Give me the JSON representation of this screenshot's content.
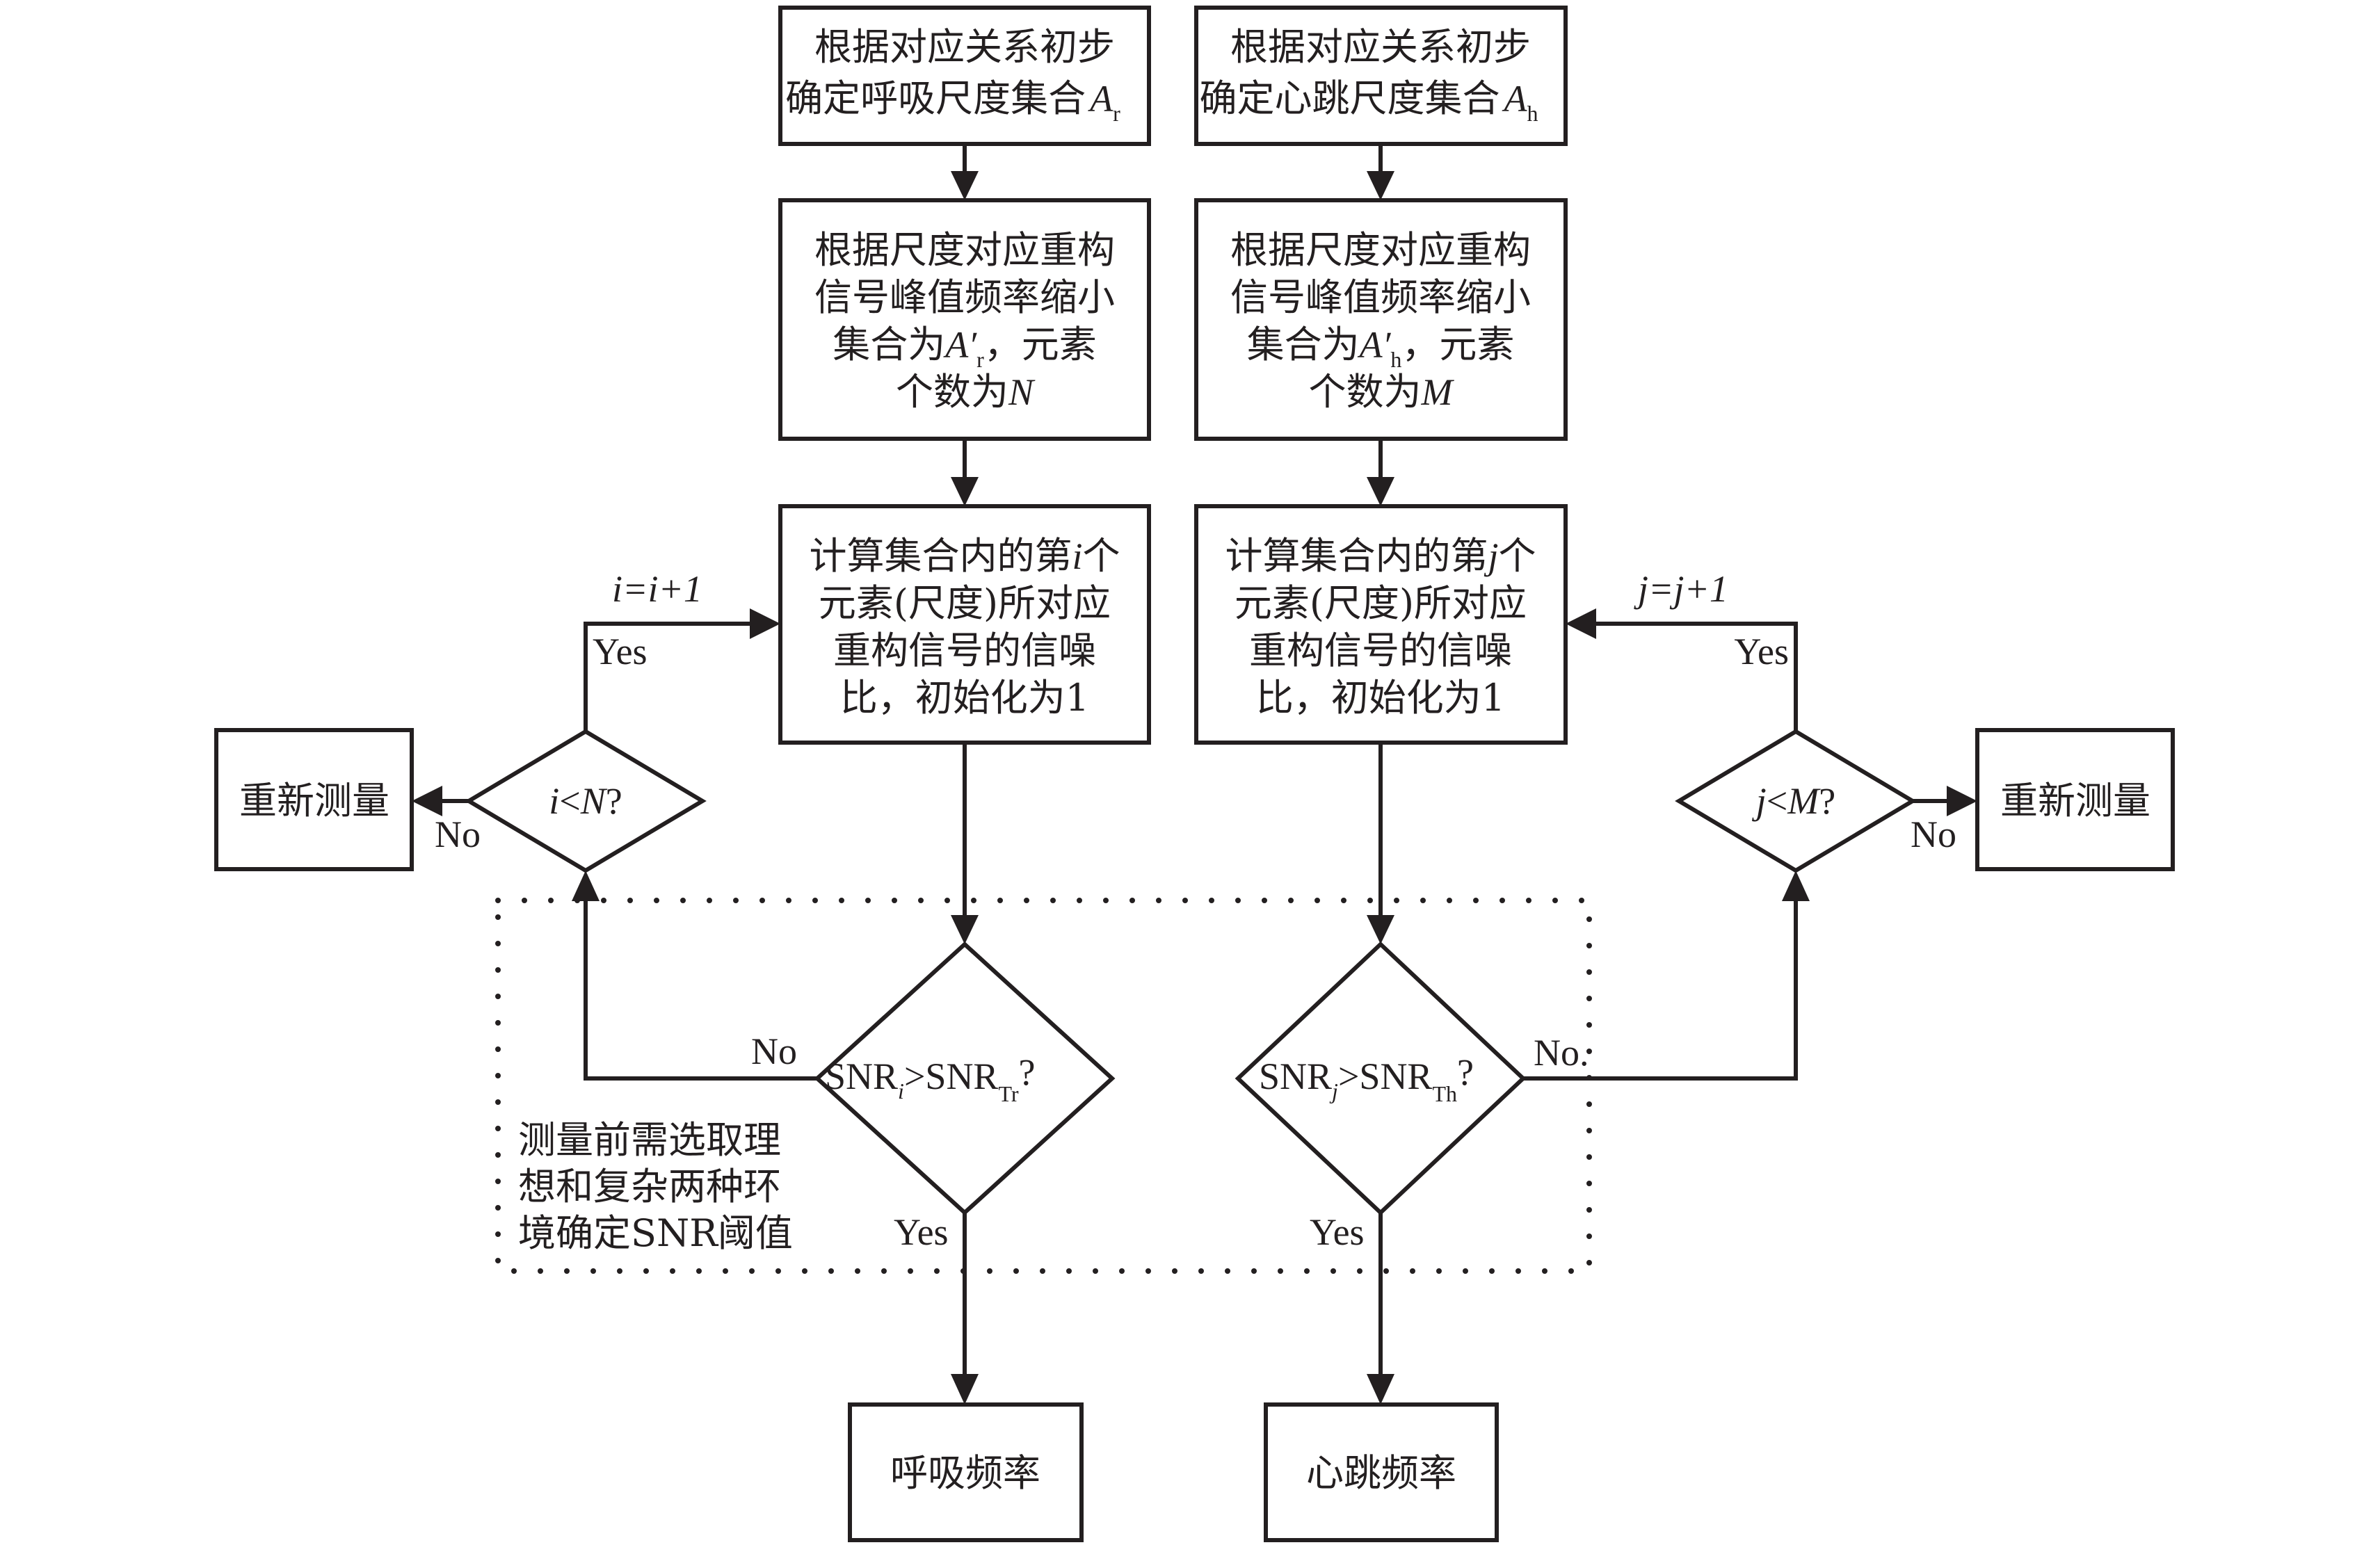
{
  "diagram": {
    "type": "flowchart",
    "left_branch": {
      "step1": {
        "lines": [
          "根据对应关系初步",
          "确定呼吸尺度集合"
        ],
        "symbol": "A",
        "subscript": "r"
      },
      "step2": {
        "lines": [
          "根据尺度对应重构",
          "信号峰值频率缩小",
          "集合为",
          "，元素",
          "个数为"
        ],
        "symbol": "A′",
        "subscript": "r",
        "count_var": "N"
      },
      "step3": {
        "lines": [
          "计算集合内的第",
          "个",
          "元素(尺度)所对应",
          "重构信号的信噪",
          "比，初始化为1"
        ],
        "index_var": "i"
      },
      "loop_check": {
        "label": "i<N?",
        "lhs": "i",
        "op": "<",
        "rhs": "N",
        "suffix": "?"
      },
      "increment": "i=i+1",
      "yes_label": "Yes",
      "no_label": "No",
      "fail_box": "重新测量",
      "snr_check": {
        "base": "SNR",
        "idx": "i",
        "op": ">",
        "thr_sub": "Tr",
        "suffix": "?"
      },
      "snr_no": "No",
      "snr_yes": "Yes",
      "result": "呼吸频率"
    },
    "right_branch": {
      "step1": {
        "lines": [
          "根据对应关系初步",
          "确定心跳尺度集合"
        ],
        "symbol": "A",
        "subscript": "h"
      },
      "step2": {
        "lines": [
          "根据尺度对应重构",
          "信号峰值频率缩小",
          "集合为",
          "，元素",
          "个数为"
        ],
        "symbol": "A′",
        "subscript": "h",
        "count_var": "M"
      },
      "step3": {
        "lines": [
          "计算集合内的第",
          "个",
          "元素(尺度)所对应",
          "重构信号的信噪",
          "比，初始化为1"
        ],
        "index_var": "j"
      },
      "loop_check": {
        "label": "j<M?",
        "lhs": "j",
        "op": "<",
        "rhs": "M",
        "suffix": "?"
      },
      "increment": "j=j+1",
      "yes_label": "Yes",
      "no_label": "No",
      "fail_box": "重新测量",
      "snr_check": {
        "base": "SNR",
        "idx": "j",
        "op": ">",
        "thr_sub": "Th",
        "suffix": "?"
      },
      "snr_no": "No.",
      "snr_yes": "Yes",
      "result": "心跳频率"
    },
    "note": {
      "lines": [
        "测量前需选取理",
        "想和复杂两种环",
        "境确定SNR阈值"
      ]
    }
  }
}
